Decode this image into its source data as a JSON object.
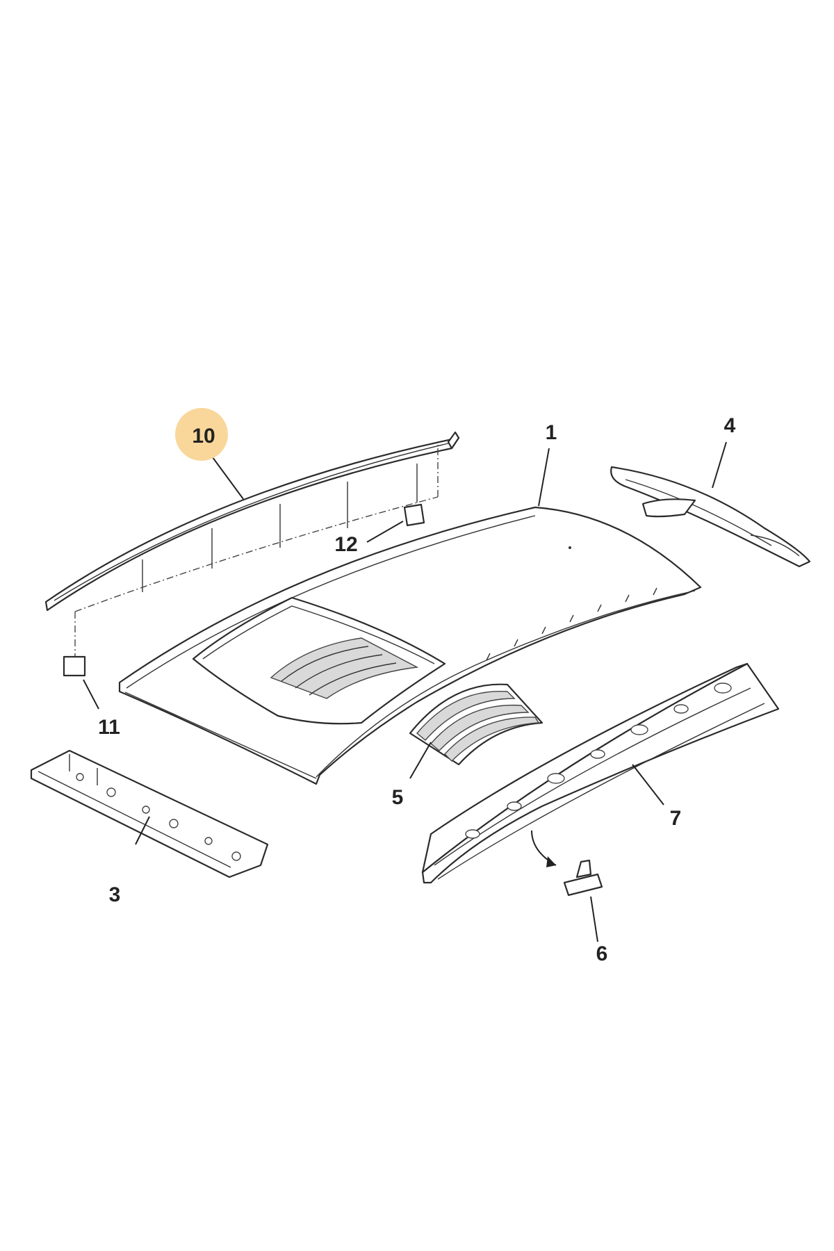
{
  "diagram": {
    "highlight_color": "#f9d79a",
    "labels": {
      "l1": "1",
      "l3": "3",
      "l4": "4",
      "l5": "5",
      "l6": "6",
      "l7": "7",
      "l10": "10",
      "l11": "11",
      "l12": "12"
    }
  }
}
